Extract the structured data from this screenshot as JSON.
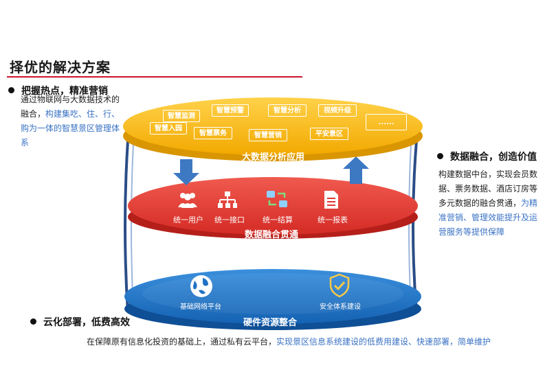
{
  "title": "择优的解决方案",
  "points": {
    "p1": {
      "head": "把握热点，精准营销",
      "text_plain": "通过物联网与大数据技术的融合，",
      "text_highlight": "构建集吃、住、行、购为一体的智慧景区管理体系"
    },
    "p2": {
      "head": "数据融合，创造价值",
      "text_plain": "构建数据中台，实现会员数据、票务数据、酒店订房等多元数据的融合贯通，",
      "text_highlight": "为精准营销、管理效能提升及运营服务等提供保障"
    },
    "p3": {
      "head": "云化部署，低费高效",
      "text_plain": "在保障原有信息化投资的基础上，通过私有云平台，",
      "text_highlight": "实现景区信息系统建设的低费用建设、快速部署，简单维护"
    }
  },
  "layers": {
    "top": {
      "title": "大数据分析应用",
      "tags": [
        "智慧监测",
        "智慧预警",
        "智慧分析",
        "视频升级",
        "智慧入园",
        "智慧票务",
        "智慧营销",
        "平安景区",
        "......"
      ]
    },
    "middle": {
      "title": "数据融合贯通",
      "items": [
        "统一用户",
        "统一接口",
        "统一结算",
        "统一报表"
      ]
    },
    "bottom": {
      "title": "硬件资源整合",
      "items": [
        "基础网络平台",
        "安全体系建设"
      ]
    }
  },
  "colors": {
    "yellow": "#f5b800",
    "red": "#e1352f",
    "blue": "#1f73c4",
    "highlight": "#3a72c4",
    "title_line": "#c9142c"
  }
}
